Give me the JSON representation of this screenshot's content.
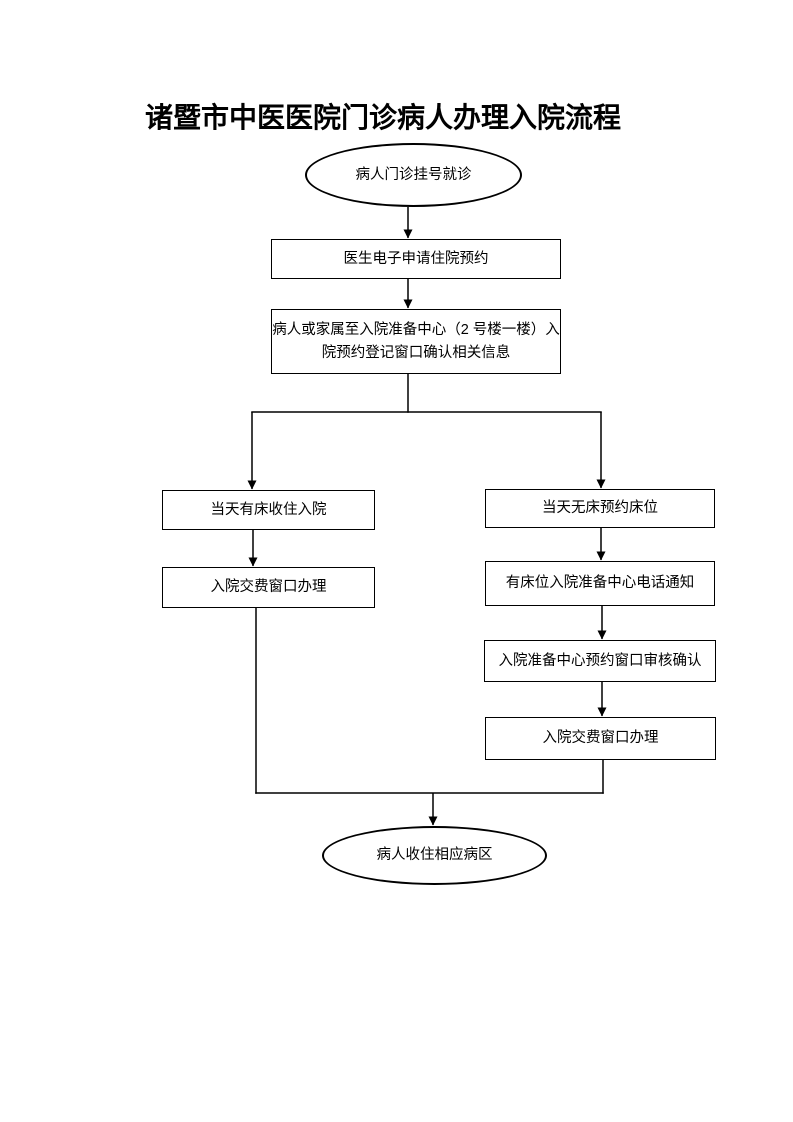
{
  "title": "诸暨市中医医院门诊病人办理入院流程",
  "colors": {
    "background": "#ffffff",
    "line": "#000000",
    "text": "#000000"
  },
  "nodes": {
    "start": {
      "type": "ellipse",
      "label": "病人门诊挂号就诊"
    },
    "apply": {
      "type": "rect",
      "label": "医生电子申请住院预约"
    },
    "confirm": {
      "type": "rect",
      "line1": "病人或家属至入院准备中心（2 号楼一楼）入",
      "line2": "院预约登记窗口确认相关信息"
    },
    "bed_available": {
      "type": "rect",
      "label": "当天有床收住入院"
    },
    "pay_left": {
      "type": "rect",
      "label": "入院交费窗口办理"
    },
    "no_bed": {
      "type": "rect",
      "label": "当天无床预约床位"
    },
    "phone_notify": {
      "type": "rect",
      "label": "有床位入院准备中心电话通知"
    },
    "review_confirm": {
      "type": "rect",
      "label": "入院准备中心预约窗口审核确认"
    },
    "pay_right": {
      "type": "rect",
      "label": "入院交费窗口办理"
    },
    "end": {
      "type": "ellipse",
      "label": "病人收住相应病区"
    }
  }
}
